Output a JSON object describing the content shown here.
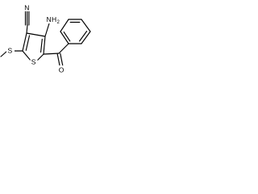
{
  "diagram": {
    "type": "chemical-structure",
    "atom_labels": {
      "nitrile_n": "N",
      "amine_n": "N",
      "amine_h": "H",
      "amine_h_count": "2",
      "ring_sulfur": "S",
      "thioether_sulfur": "S",
      "carbonyl_oxygen": "O"
    },
    "colors": {
      "bond": "#000000",
      "label": "#000000",
      "background": "#ffffff"
    }
  }
}
